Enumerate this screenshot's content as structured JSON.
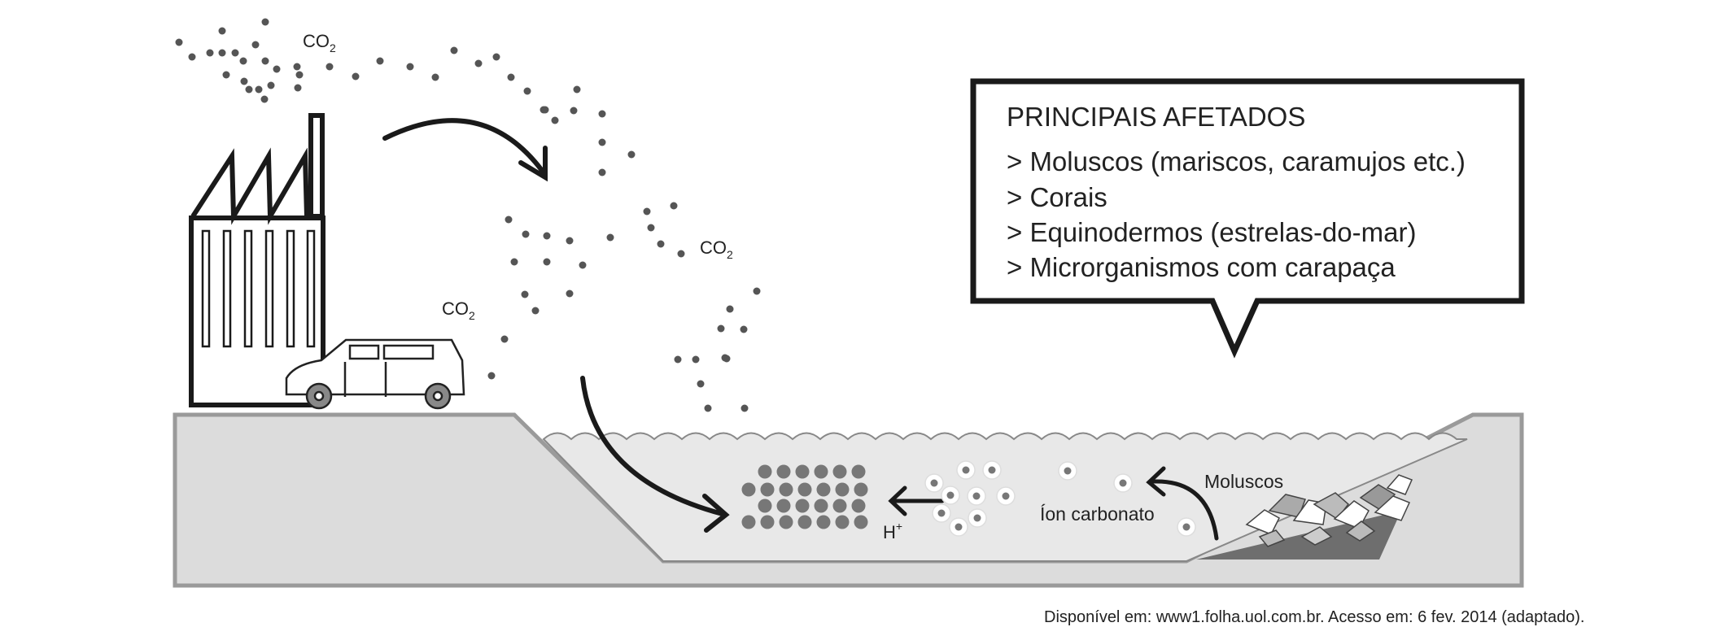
{
  "labels": {
    "co2": "CO",
    "co2_sub": "2",
    "h_plus": "H",
    "h_plus_sup": "+",
    "carbonate": "Íon carbonato",
    "mollusks": "Moluscos"
  },
  "callout": {
    "title": "PRINCIPAIS AFETADOS",
    "items": [
      "> Moluscos (mariscos, caramujos etc.)",
      "> Corais",
      "> Equinodermos (estrelas-do-mar)",
      "> Microrganismos com carapaça"
    ]
  },
  "source": "Disponível em: www1.folha.uol.com.br. Acesso em: 6 fev. 2014 (adaptado)."
}
